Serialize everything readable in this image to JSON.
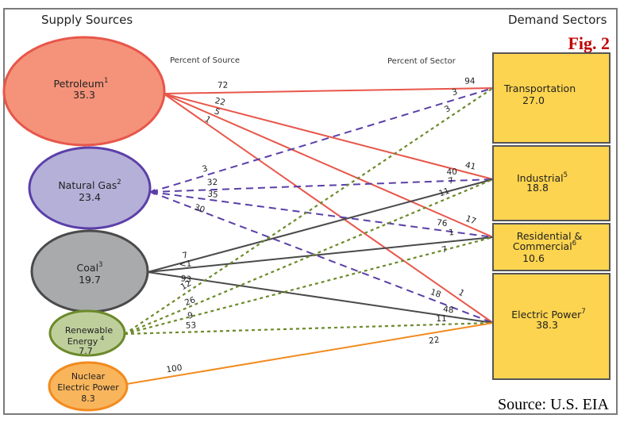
{
  "titles": {
    "supply": "Supply Sources",
    "demand": "Demand Sectors",
    "percent_of_source": "Percent of Source",
    "percent_of_sector": "Percent of Sector",
    "figure": "Fig. 2",
    "source": "Source: U.S. EIA"
  },
  "colors": {
    "petroleum": "#f4937a",
    "petroleum_line": "#e8564a",
    "natural_gas": "#b4b0d8",
    "natural_gas_line": "#5b3fa8",
    "coal": "#a8aaab",
    "coal_line": "#4a4a4a",
    "renewable": "#bfcf9c",
    "renewable_line": "#6b8a2a",
    "nuclear": "#f9b55c",
    "nuclear_line": "#f28a1e",
    "sector_fill": "#fdd44f",
    "sector_border": "#555555"
  },
  "sources": [
    {
      "id": "petroleum",
      "name": "Petroleum",
      "footnote": "1",
      "value": "35.3"
    },
    {
      "id": "natural_gas",
      "name": "Natural Gas",
      "footnote": "2",
      "value": "23.4"
    },
    {
      "id": "coal",
      "name": "Coal",
      "footnote": "3",
      "value": "19.7"
    },
    {
      "id": "renewable",
      "name_line1": "Renewable",
      "name_line2": "Energy",
      "footnote": "4",
      "value": "7.7"
    },
    {
      "id": "nuclear",
      "name_line1": "Nuclear",
      "name_line2": "Electric Power",
      "value": "8.3"
    }
  ],
  "sectors": [
    {
      "id": "transportation",
      "name": "Transportation",
      "value": "27.0"
    },
    {
      "id": "industrial",
      "name": "Industrial",
      "footnote": "5",
      "value": "18.8"
    },
    {
      "id": "residential",
      "name_line1": "Residential &",
      "name_line2": "Commercial",
      "footnote": "6",
      "value": "10.6"
    },
    {
      "id": "electric",
      "name": "Electric Power",
      "footnote": "7",
      "value": "38.3"
    }
  ],
  "flows": [
    {
      "from": "petroleum",
      "to": "transportation",
      "pct_source": "72",
      "pct_sector": "94"
    },
    {
      "from": "petroleum",
      "to": "industrial",
      "pct_source": "22",
      "pct_sector": "41"
    },
    {
      "from": "petroleum",
      "to": "residential",
      "pct_source": "5",
      "pct_sector": "17"
    },
    {
      "from": "petroleum",
      "to": "electric",
      "pct_source": "1",
      "pct_sector": "1"
    },
    {
      "from": "natural_gas",
      "to": "transportation",
      "pct_source": "3",
      "pct_sector": "3"
    },
    {
      "from": "natural_gas",
      "to": "industrial",
      "pct_source": "32",
      "pct_sector": "40"
    },
    {
      "from": "natural_gas",
      "to": "residential",
      "pct_source": "35",
      "pct_sector": "76"
    },
    {
      "from": "natural_gas",
      "to": "electric",
      "pct_source": "30",
      "pct_sector": "18"
    },
    {
      "from": "coal",
      "to": "industrial",
      "pct_source": "7",
      "pct_sector": "7"
    },
    {
      "from": "coal",
      "to": "residential",
      "pct_source": "<1",
      "pct_sector": "1"
    },
    {
      "from": "coal",
      "to": "electric",
      "pct_source": "93",
      "pct_sector": "48"
    },
    {
      "from": "renewable",
      "to": "transportation",
      "pct_source": "12",
      "pct_sector": "3"
    },
    {
      "from": "renewable",
      "to": "industrial",
      "pct_source": "26",
      "pct_sector": "11"
    },
    {
      "from": "renewable",
      "to": "residential",
      "pct_source": "9",
      "pct_sector": "7"
    },
    {
      "from": "renewable",
      "to": "electric",
      "pct_source": "53",
      "pct_sector": "11"
    },
    {
      "from": "nuclear",
      "to": "electric",
      "pct_source": "100",
      "pct_sector": "22"
    }
  ]
}
